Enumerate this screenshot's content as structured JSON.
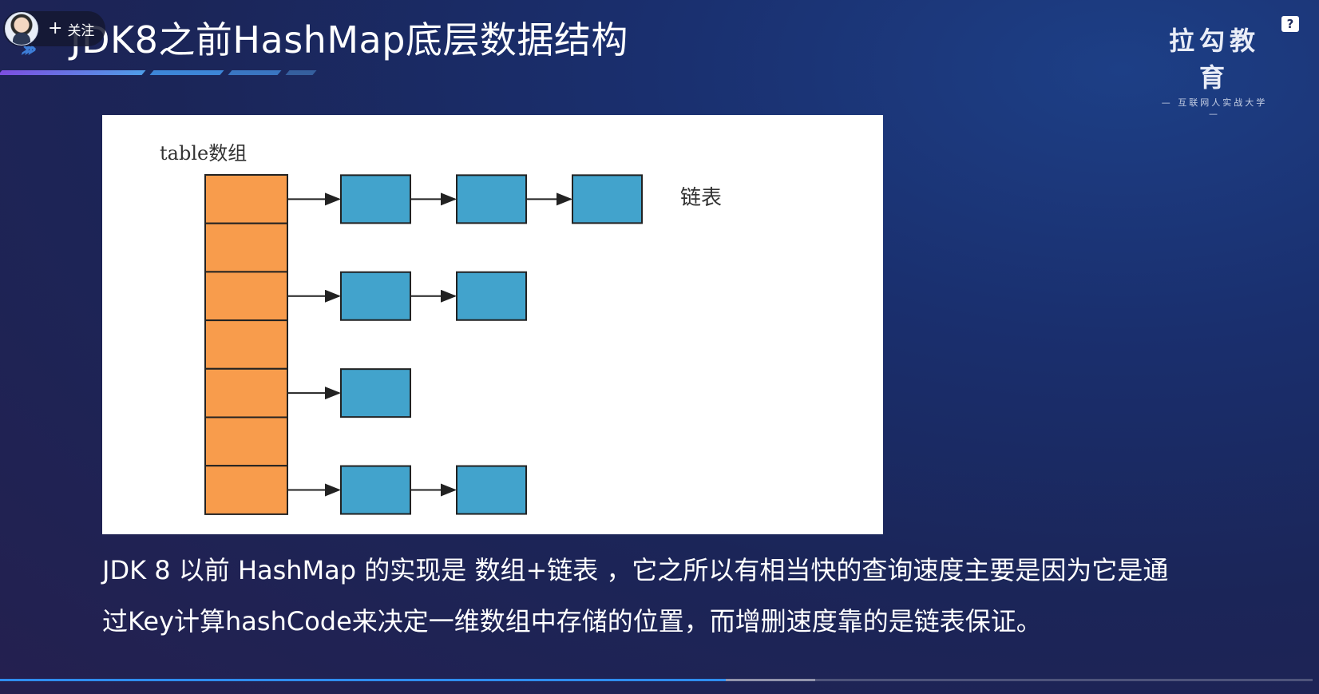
{
  "header": {
    "follow_label": "关注",
    "title": "JDK8之前HashMap底层数据结构"
  },
  "brand": {
    "name": "拉勾教育",
    "subtitle": "— 互联网人实战大学 —",
    "help": "?"
  },
  "diagram": {
    "array_label": "table数组",
    "list_label": "链表",
    "array_cells": 7,
    "chains": [
      {
        "row": 0,
        "nodes": 3
      },
      {
        "row": 2,
        "nodes": 2
      },
      {
        "row": 4,
        "nodes": 1
      },
      {
        "row": 6,
        "nodes": 2
      }
    ],
    "colors": {
      "array_cell": "#f89c4c",
      "node": "#42a3cc",
      "stroke": "#222222"
    }
  },
  "caption": {
    "line1": "JDK 8 以前 HashMap 的实现是 数组+链表 ，它之所以有相当快的查询速度主要是因为它是通",
    "line2": "过Key计算hashCode来决定一维数组中存储的位置，而增删速度靠的是链表保证。"
  },
  "player": {
    "progress": 0.553,
    "buffered": 0.621
  },
  "colors": {
    "accent": "#2f8df0",
    "panel_bg": "#ffffff"
  }
}
